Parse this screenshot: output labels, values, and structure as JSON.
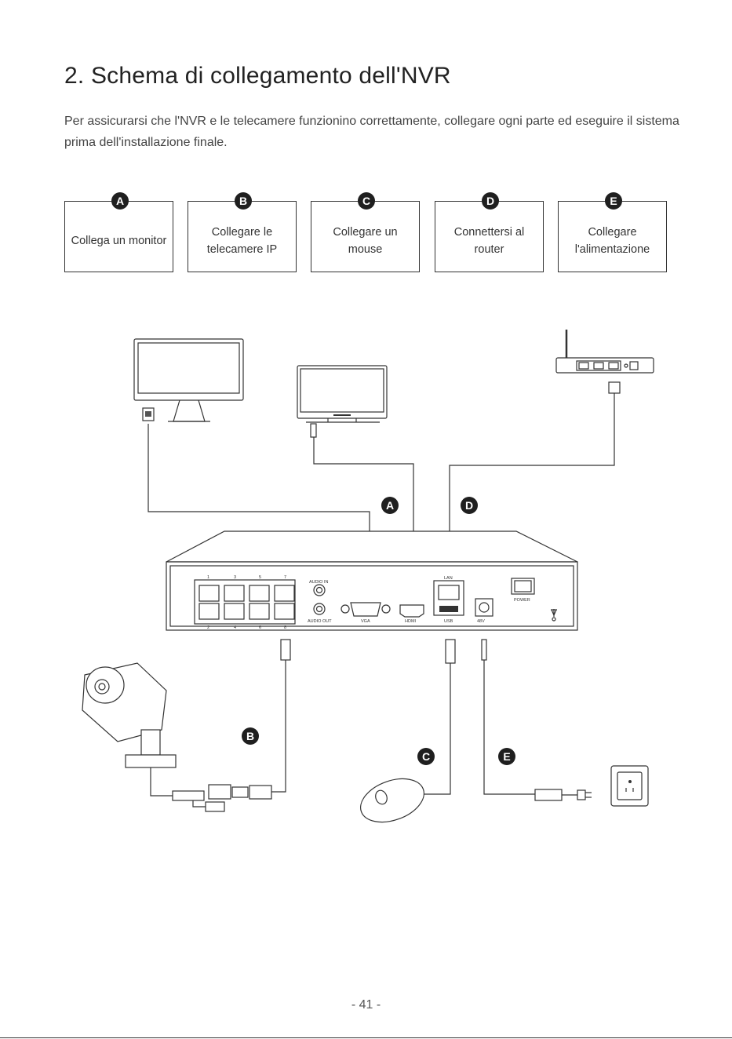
{
  "title": "2. Schema di collegamento dell'NVR",
  "intro": "Per assicurarsi che l'NVR e le telecamere funzionino correttamente, collegare ogni parte ed eseguire il sistema prima dell'installazione finale.",
  "steps": [
    {
      "badge": "A",
      "label": "Collega un monitor"
    },
    {
      "badge": "B",
      "label": "Collegare le telecamere IP"
    },
    {
      "badge": "C",
      "label": "Collegare un mouse"
    },
    {
      "badge": "D",
      "label": "Connettersi al router"
    },
    {
      "badge": "E",
      "label": "Collegare l'alimentazione"
    }
  ],
  "diagram": {
    "badges": {
      "a": "A",
      "b": "B",
      "c": "C",
      "d": "D",
      "e": "E"
    },
    "port_labels": {
      "audio_in": "AUDIO IN",
      "audio_out": "AUDIO OUT",
      "vga": "VGA",
      "hdmi": "HDMI",
      "usb": "USB",
      "lan": "LAN",
      "dc": "48V",
      "power": "POWER",
      "poe_top": [
        "1",
        "3",
        "5",
        "7"
      ],
      "poe_bottom": [
        "2",
        "4",
        "6",
        "8"
      ]
    }
  },
  "page_number": "- 41 -"
}
